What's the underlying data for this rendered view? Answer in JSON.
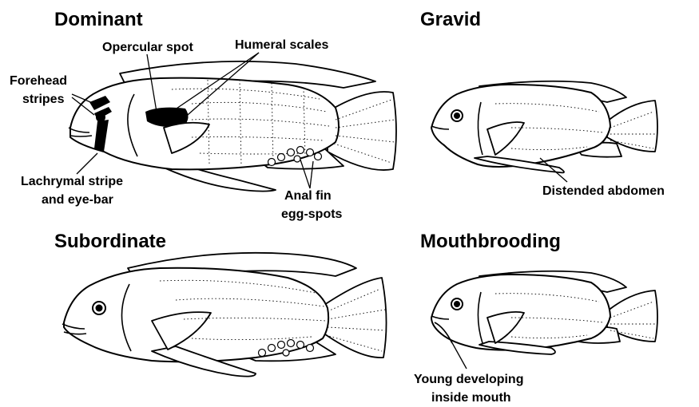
{
  "panels": {
    "dominant": {
      "title": "Dominant",
      "labels": {
        "forehead": [
          "Forehead",
          "stripes"
        ],
        "opercular": "Opercular spot",
        "humeral": "Humeral scales",
        "lachrymal": [
          "Lachrymal stripe",
          "and eye-bar"
        ],
        "egg_spots": [
          "Anal fin",
          "egg-spots"
        ]
      }
    },
    "gravid": {
      "title": "Gravid",
      "labels": {
        "abdomen": "Distended abdomen"
      }
    },
    "subordinate": {
      "title": "Subordinate"
    },
    "mouthbrooding": {
      "title": "Mouthbrooding",
      "labels": {
        "young": [
          "Young developing",
          "inside mouth"
        ]
      }
    }
  }
}
